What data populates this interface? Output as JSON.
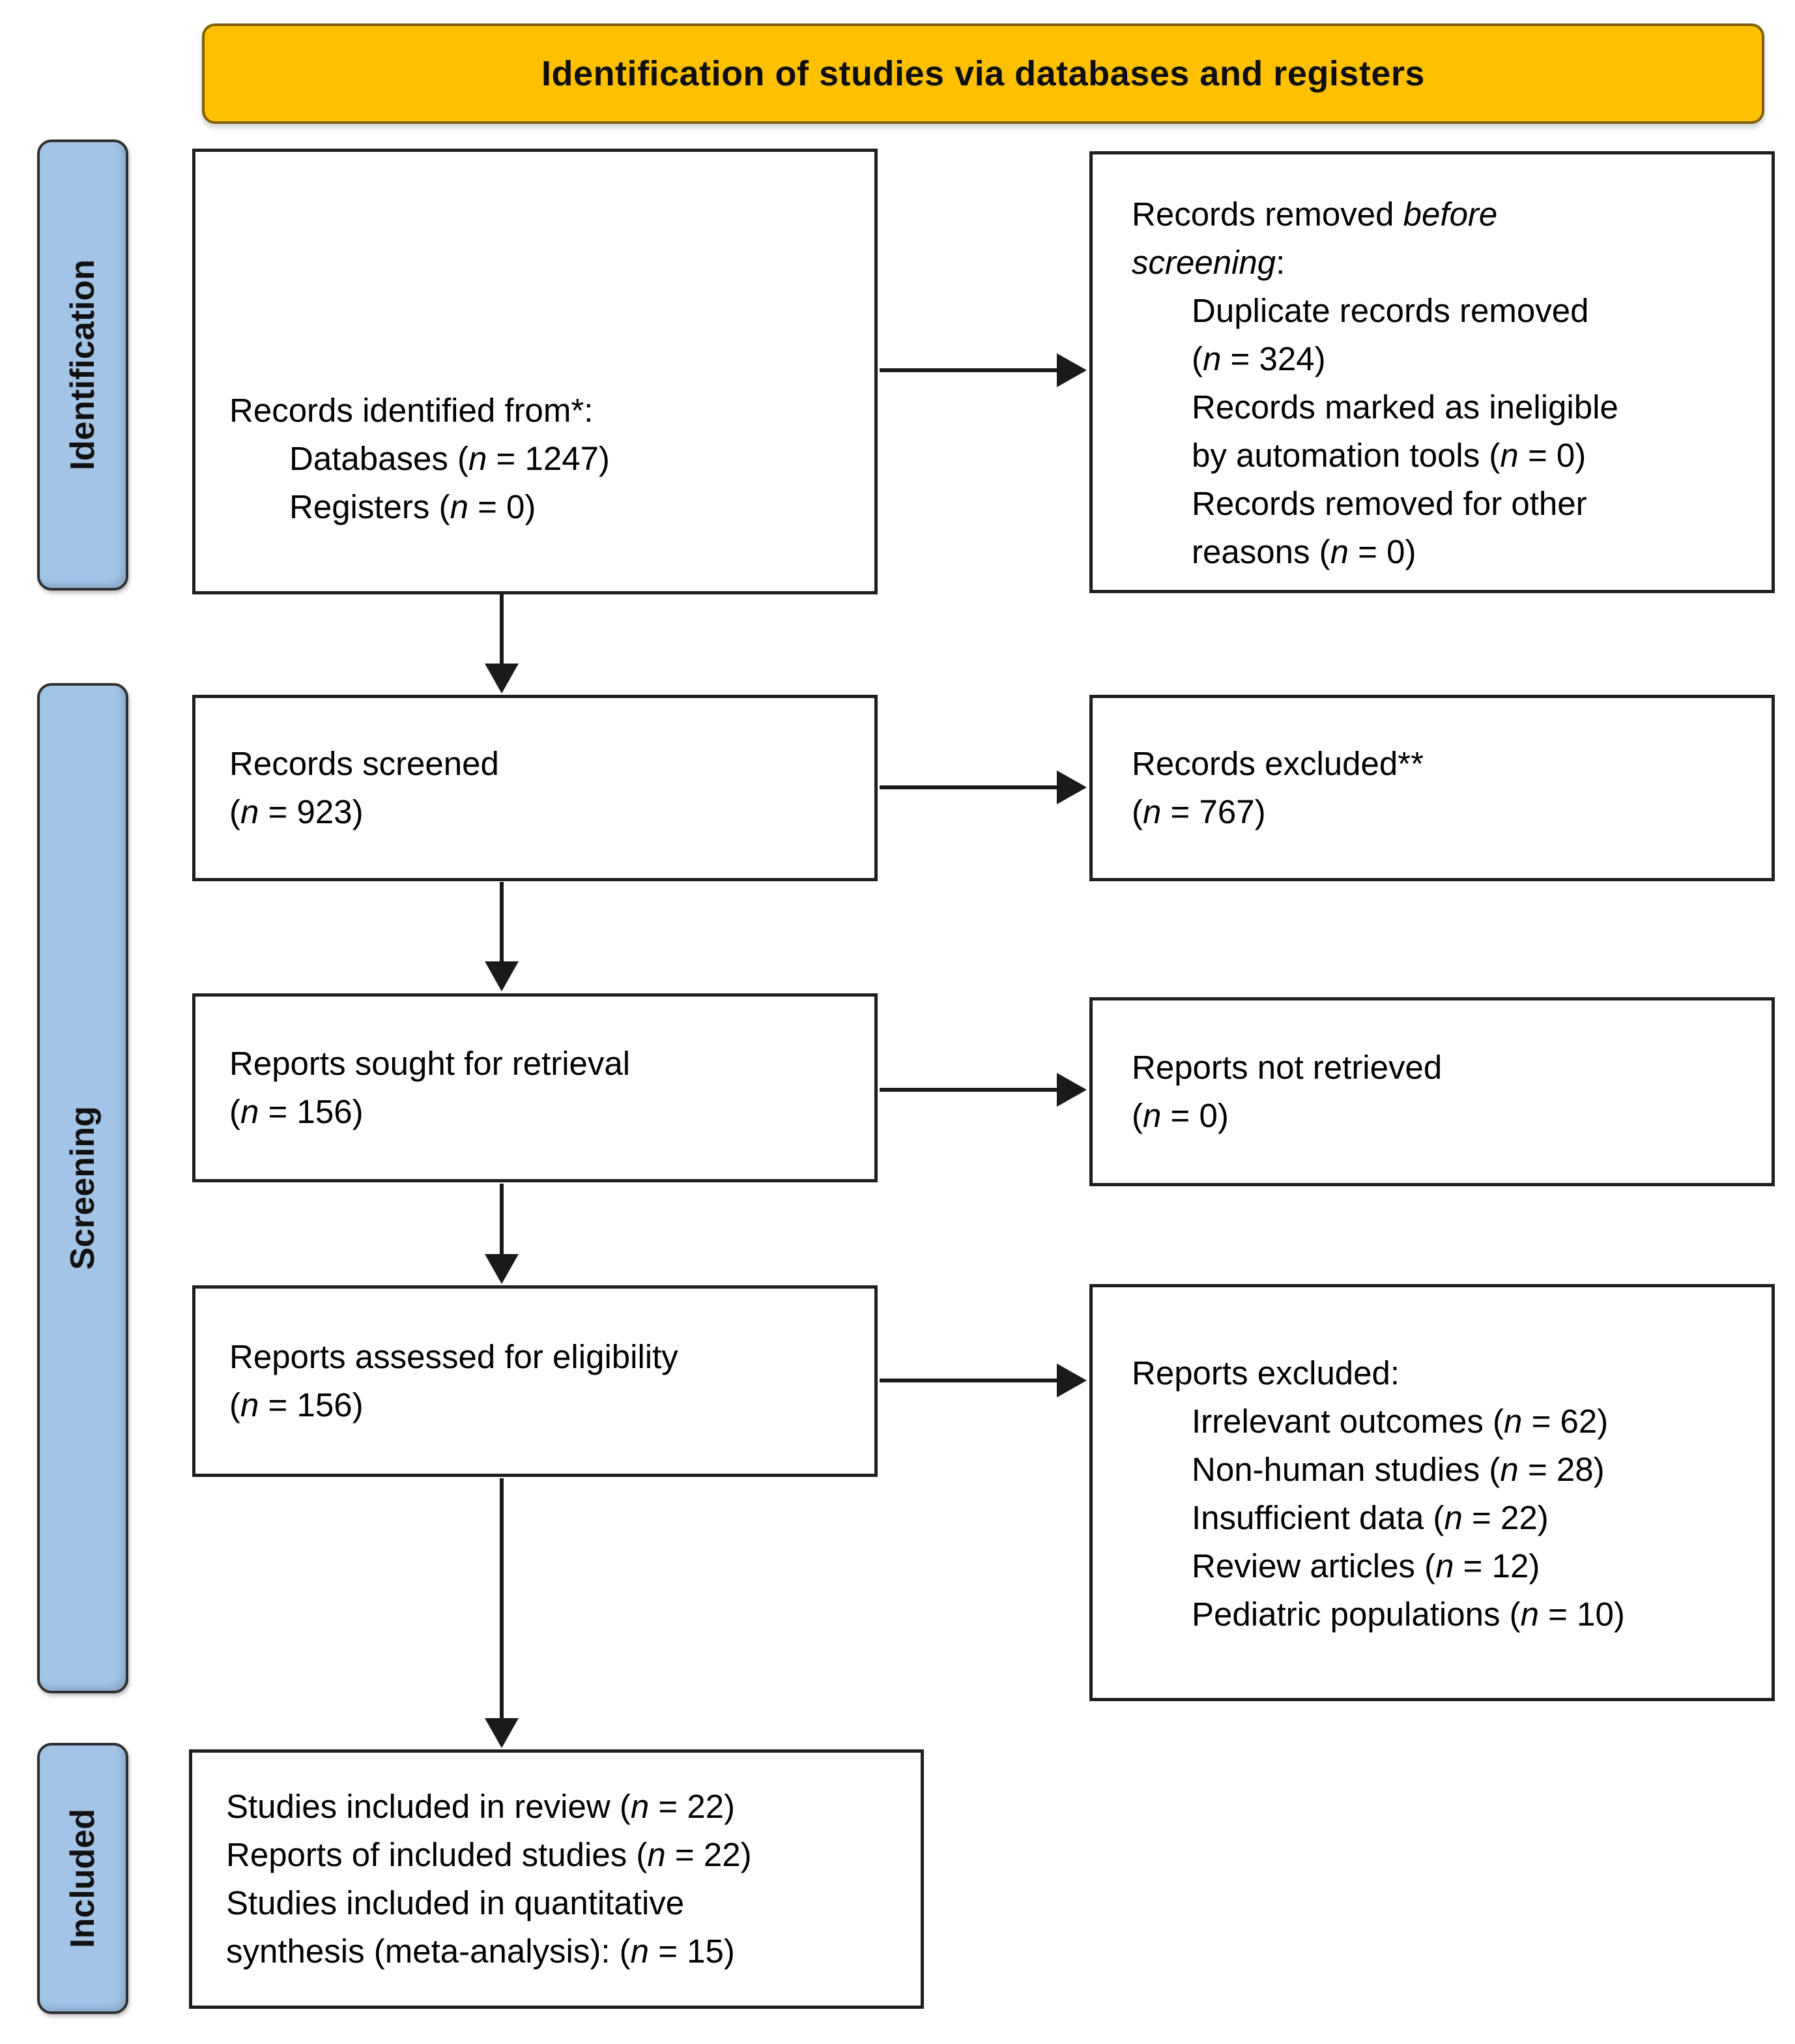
{
  "banner": {
    "title": "Identification of studies via databases and registers"
  },
  "sidebar": {
    "labels": [
      "Identification",
      "Screening",
      "Included"
    ]
  },
  "boxes": {
    "records_identified": {
      "heading": "Records identified from*:",
      "items": [
        "Databases (n = 1247)",
        "Registers (n = 0)"
      ]
    },
    "records_removed": {
      "heading_prefix": "Records removed ",
      "heading_italic": "before screening",
      "heading_suffix": ":",
      "lines": [
        "Duplicate records removed",
        "(n = 324)",
        "Records marked as ineligible",
        "by automation tools (n = 0)",
        "Records removed for other",
        "reasons (n = 0)"
      ]
    },
    "records_screened": {
      "lines": [
        "Records screened",
        "(n = 923)"
      ]
    },
    "records_excluded": {
      "lines": [
        "Records excluded**",
        "(n = 767)"
      ]
    },
    "reports_sought": {
      "lines": [
        "Reports sought for retrieval",
        "(n = 156)"
      ]
    },
    "reports_not_retrieved": {
      "lines": [
        "Reports not retrieved",
        "(n = 0)"
      ]
    },
    "reports_assessed": {
      "lines": [
        "Reports assessed for eligibility",
        "(n = 156)"
      ]
    },
    "reports_excluded": {
      "heading": "Reports excluded:",
      "items": [
        "Irrelevant outcomes (n = 62)",
        "Non-human studies (n = 28)",
        "Insufficient data (n = 22)",
        "Review articles (n = 12)",
        "Pediatric populations (n = 10)"
      ]
    },
    "studies_included": {
      "lines": [
        "Studies included in review (n = 22)",
        "Reports of included studies (n = 22)",
        "Studies included in quantitative",
        "synthesis (meta-analysis): (n = 15)"
      ]
    }
  },
  "colors": {
    "banner_fill": "#FFC000",
    "banner_border": "#7F6000",
    "sidebar_fill": "#A2C4E6",
    "sidebar_border": "#2F2F2F",
    "box_border": "#1F1F1F",
    "arrow": "#1A1A1A"
  }
}
